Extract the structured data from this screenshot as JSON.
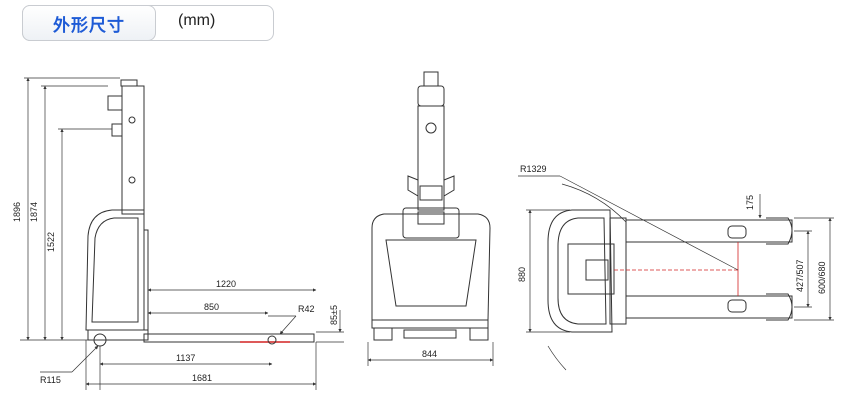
{
  "header": {
    "title": "外形尺寸",
    "unit": "(mm)"
  },
  "side_view": {
    "height_total": "1896",
    "height_handle": "1874",
    "height_guard": "1522",
    "fork_length": "1220",
    "fork_inner": "850",
    "wheel_radius_r42": "R42",
    "fork_height": "85±5",
    "base_len": "1137",
    "total_len": "1681",
    "turn_radius": "R115"
  },
  "front_view": {
    "width": "844"
  },
  "top_view": {
    "turn_radius": "R1329",
    "body_width": "880",
    "mast_width": "175",
    "fork_span_1": "427/507",
    "fork_span_2": "600/680"
  },
  "colors": {
    "accent": "#1e5bd6",
    "fork_line": "#d22222",
    "line": "#333333"
  }
}
